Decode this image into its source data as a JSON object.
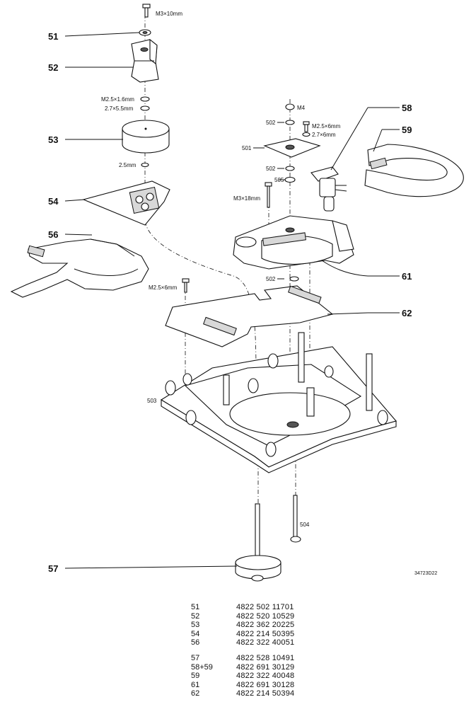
{
  "callouts": {
    "c51": "51",
    "c52": "52",
    "c53": "53",
    "c54": "54",
    "c56": "56",
    "c57": "57",
    "c58": "58",
    "c59": "59",
    "c61": "61",
    "c62": "62",
    "c501": "501",
    "c502a": "502",
    "c502b": "502",
    "c502c": "502",
    "c503": "503",
    "c504": "504",
    "c505": "505"
  },
  "specs": {
    "m3x10": "M3×10mm",
    "m25x16": "M2.5×1.6mm",
    "d27x55": "2.7×5.5mm",
    "d25": "2.5mm",
    "m4": "M4",
    "m25x6a": "M2.5×6mm",
    "d27x6": "2.7×6mm",
    "m3x18": "M3×18mm",
    "m25x6b": "M2.5×6mm"
  },
  "drawing_code": "34723D22",
  "parts_list": {
    "group1": [
      {
        "ref": "51",
        "code": "4822 502 11701"
      },
      {
        "ref": "52",
        "code": "4822 520 10529"
      },
      {
        "ref": "53",
        "code": "4822 362 20225"
      },
      {
        "ref": "54",
        "code": "4822 214 50395"
      },
      {
        "ref": "56",
        "code": "4822 322 40051"
      }
    ],
    "group2": [
      {
        "ref": "57",
        "code": "4822 528 10491"
      },
      {
        "ref": "58+59",
        "code": "4822 691 30129"
      },
      {
        "ref": "59",
        "code": "4822 322 40048"
      },
      {
        "ref": "61",
        "code": "4822 691 30128"
      },
      {
        "ref": "62",
        "code": "4822 214 50394"
      }
    ]
  }
}
